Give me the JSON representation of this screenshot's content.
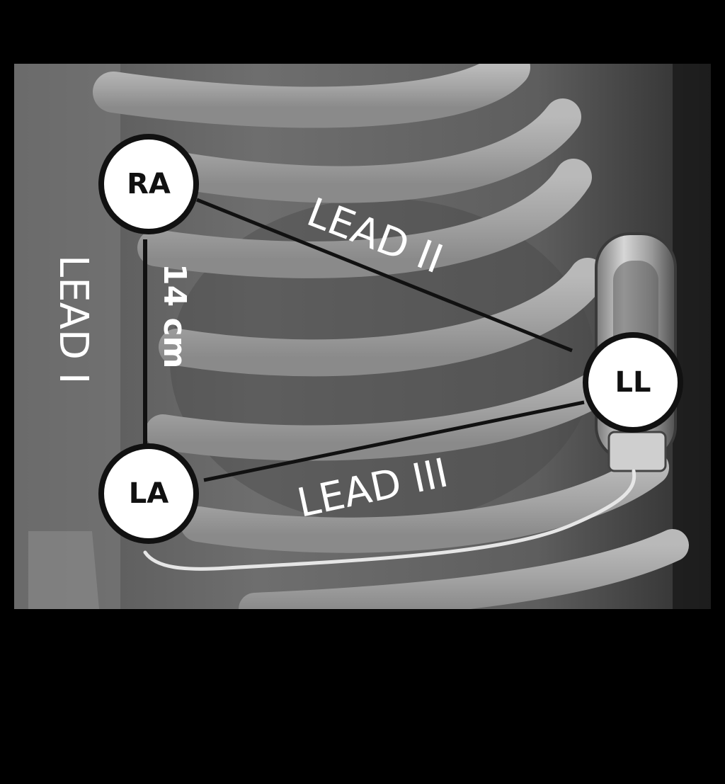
{
  "diagram": {
    "electrodes": {
      "ra": "RA",
      "la": "LA",
      "ll": "LL"
    },
    "leads": {
      "lead_1": "LEAD I",
      "lead_2": "LEAD II",
      "lead_3": "LEAD III"
    },
    "distance_label": "14 cm"
  },
  "colors": {
    "background": "#000000",
    "electrode_fill": "#ffffff",
    "electrode_stroke": "#111111",
    "lead_line": "#111111",
    "label_text": "#ffffff",
    "wire": "#e6e6e6"
  }
}
